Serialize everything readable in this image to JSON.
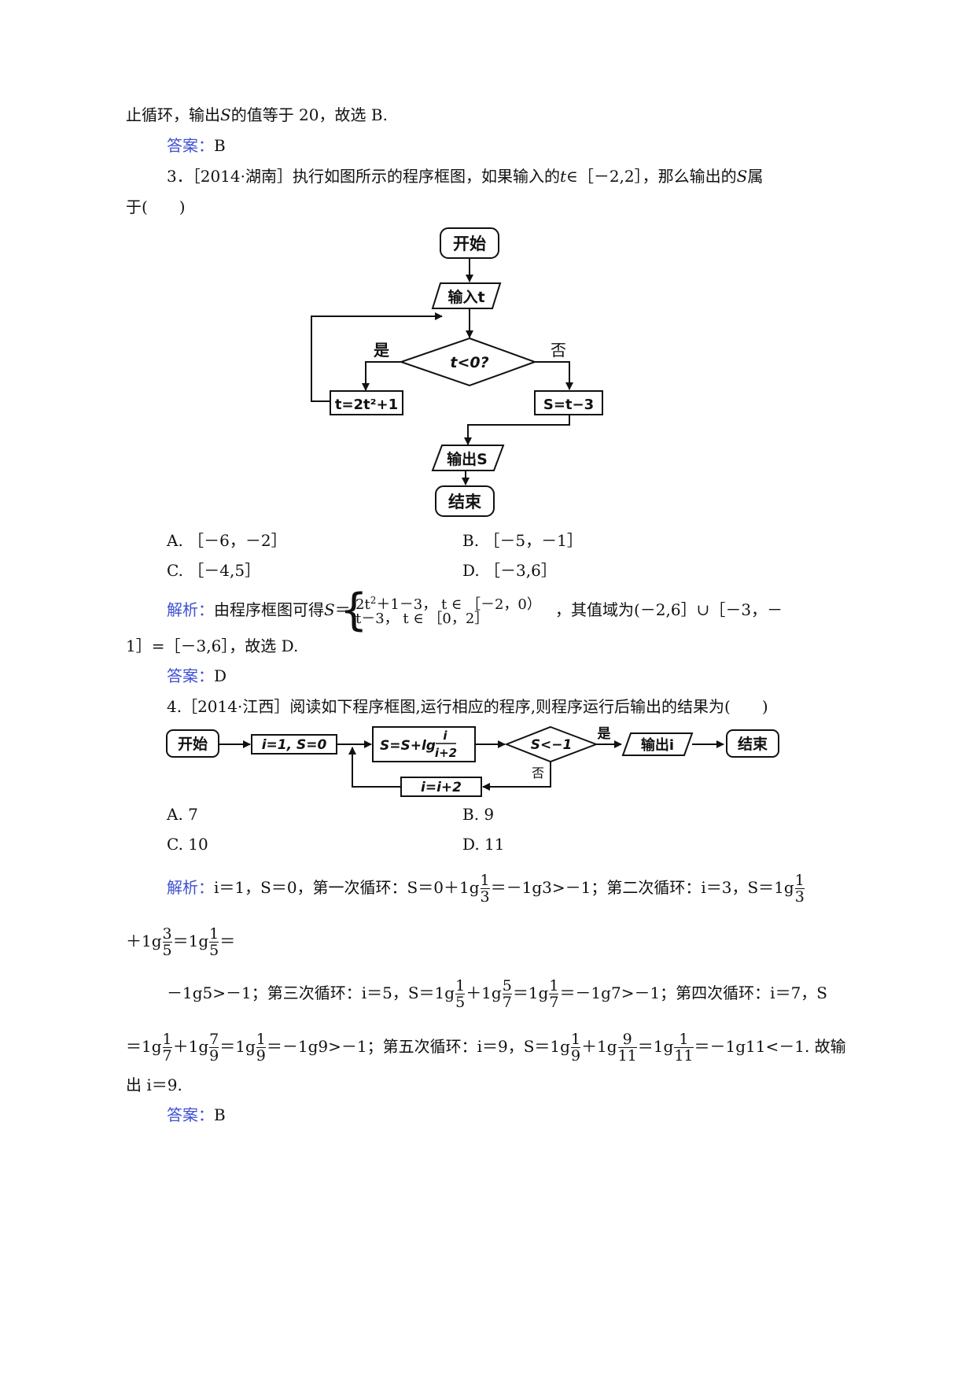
{
  "lines": {
    "l1": "止循环，输出",
    "l1_var": "S",
    "l1_rest": "的值等于 20，故选 B.",
    "ans1_label": "答案：",
    "ans1_val": "B",
    "q3_head": "3．［2014·湖南］执行如图所示的程序框图，如果输入的",
    "q3_t": "t",
    "q3_mid": "∈［－2,2］，那么输出的",
    "q3_S": "S",
    "q3_tail": "属",
    "q3_line2": "于(　　)",
    "q3_A": "A. ［－6，－2］",
    "q3_B": "B. ［－5，－1］",
    "q3_C": "C. ［－4,5］",
    "q3_D": "D. ［－3,6］",
    "q3_sol_label": "解析：",
    "q3_sol_1": "由程序框图可得",
    "q3_sol_S": "S",
    "q3_sol_eq": "＝",
    "q3_case1": "2t",
    "q3_case1_sup": "2",
    "q3_case1_rest": "＋1－3，  t ∈ ［－2，0）",
    "q3_case2": "t－3，  t ∈ ［0，2］",
    "q3_sol_2": "，其值域为(－2,6］∪［－3，－",
    "q3_sol_3": "1］=［－3,6］，故选 D.",
    "ans3_label": "答案：",
    "ans3_val": "D",
    "q4_head": "4.［2014·江西］阅读如下程序框图,运行相应的程序,则程序运行后输出的结果为(　　)",
    "q4_A": "A. 7",
    "q4_B": "B. 9",
    "q4_C": "C. 10",
    "q4_D": "D. 11",
    "q4_sol_label": "解析：",
    "q4_sol_a": "i＝1，S＝0，第一次循环：S＝0＋1g",
    "q4_sol_b": "＝－1g3>－1；第二次循环：i＝3，S＝1g",
    "q4_sol_c": "＋1g",
    "q4_sol_d": "＝1g",
    "q4_sol_e": "＝",
    "q4_sol_f": "－1g5>－1；第三次循环：i＝5，S＝1g",
    "q4_sol_g": "＋1g",
    "q4_sol_h": "＝1g",
    "q4_sol_i": "＝－1g7>－1；第四次循环：i＝7，S",
    "q4_sol_j": "＝1g",
    "q4_sol_k": "＋1g",
    "q4_sol_l": "＝1g",
    "q4_sol_m": "＝－1g9>－1；第五次循环：i＝9，S＝1g",
    "q4_sol_n": "＋1g",
    "q4_sol_o": "＝1g",
    "q4_sol_p": "＝－1g11<－1. 故输",
    "q4_sol_q": "出 i＝9.",
    "ans4_label": "答案：",
    "ans4_val": "B"
  },
  "fractions": {
    "f1": [
      "1",
      "3"
    ],
    "f2": [
      "1",
      "3"
    ],
    "f3": [
      "3",
      "5"
    ],
    "f4": [
      "1",
      "5"
    ],
    "f5": [
      "1",
      "5"
    ],
    "f6": [
      "5",
      "7"
    ],
    "f7": [
      "1",
      "7"
    ],
    "f8": [
      "1",
      "7"
    ],
    "f9": [
      "7",
      "9"
    ],
    "f10": [
      "1",
      "9"
    ],
    "f11": [
      "1",
      "9"
    ],
    "f12": [
      "9",
      "11"
    ],
    "f13": [
      "1",
      "11"
    ]
  },
  "flow1": {
    "start": "开始",
    "input": "输入t",
    "cond": "t<0?",
    "yes": "是",
    "no": "否",
    "assign_t": "t=2t²+1",
    "assign_s": "S=t−3",
    "output": "输出S",
    "end": "结束"
  },
  "flow2": {
    "start": "开始",
    "init": "i=1, S=0",
    "update_s": "S=S+lg",
    "frac_num": "i",
    "frac_den": "i+2",
    "cond": "S<−1",
    "yes": "是",
    "no": "否",
    "output": "输出i",
    "end": "结束",
    "inc": "i=i+2"
  }
}
